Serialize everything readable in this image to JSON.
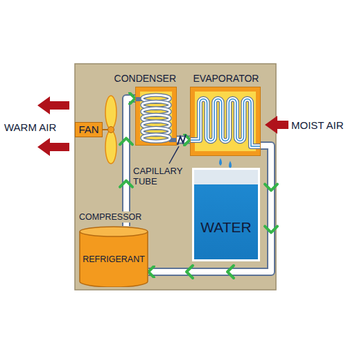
{
  "diagram": {
    "nodes": [
      {
        "text": [
          "CONDENSER"
        ]
      },
      {
        "text": [
          "EVAPORATOR"
        ]
      },
      {
        "text": [
          "FAN"
        ]
      },
      {
        "text": [
          "WATER"
        ]
      },
      {
        "text": [
          "COMPRESSOR",
          "REFRIGERANT"
        ]
      }
    ],
    "edges": [
      {
        "from": 4,
        "to": 0,
        "arrow": "to"
      },
      {
        "from": 0,
        "to": 1,
        "arrow": "to"
      },
      {
        "from": 1,
        "to": 4,
        "arrow": "to"
      }
    ],
    "labels": [
      "WARM AIR",
      "MOIST AIR",
      "CAPILLARY TUBE"
    ]
  }
}
